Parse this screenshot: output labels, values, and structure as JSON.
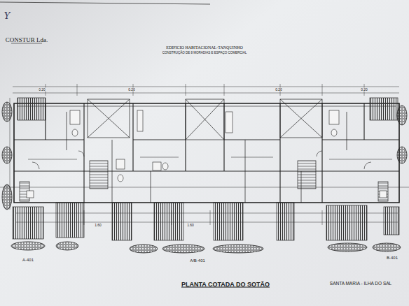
{
  "diagram": {
    "title": "EDIFICIO HABITACIONAL-TANQUINHO",
    "caption": "PLANTA COTADA DO SOTÃO",
    "labels": [
      "Y",
      "CONSTUR Lda.",
      "CONSTRUÇÃO DE 8 MORADIAS E ESPAÇO COMERCIAL",
      "A-401",
      "A/B-401",
      "B-401",
      "SANTA MARIA - ILHA DO SAL",
      "0.20",
      "0.20",
      "0.20",
      "0.20",
      "1.60",
      "1.60"
    ]
  }
}
